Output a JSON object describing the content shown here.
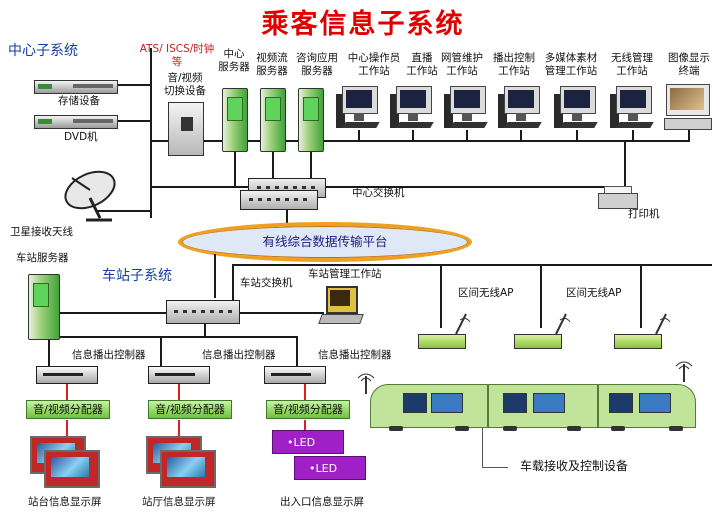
{
  "title": "乘客信息子系统",
  "sections": {
    "center": "中心子系统",
    "station": "车站子系统"
  },
  "center": {
    "ats_clock": "ATS/ ISCS/时钟",
    "ats_clock_2": "等",
    "av_switch": "音/视频",
    "av_switch_2": "切换设备",
    "storage": "存储设备",
    "dvd": "DVD机",
    "satellite": "卫星接收天线",
    "server_center_1": "中心",
    "server_center_2": "服务器",
    "server_video_1": "视频流",
    "server_video_2": "服务器",
    "server_consult_1": "咨询应用",
    "server_consult_2": "服务器",
    "ws_operator_1": "中心操作员",
    "ws_operator_2": "工作站",
    "ws_live_1": "直播",
    "ws_live_2": "工作站",
    "ws_netmaint_1": "网管维护",
    "ws_netmaint_2": "工作站",
    "ws_playctrl_1": "播出控制",
    "ws_playctrl_2": "工作站",
    "ws_multimedia_1": "多媒体素材",
    "ws_multimedia_2": "管理工作站",
    "ws_wireless_1": "无线管理",
    "ws_wireless_2": "工作站",
    "ws_image_1": "图像显示",
    "ws_image_2": "终端",
    "center_switch": "中心交换机",
    "printer": "打印机"
  },
  "platform": "有线综合数据传输平台",
  "station": {
    "station_server": "车站服务器",
    "station_switch": "车站交换机",
    "station_ws": "车站管理工作站",
    "ap_1": "区间无线AP",
    "ap_2": "区间无线AP",
    "controller_1": "信息播出控制器",
    "controller_2": "信息播出控制器",
    "controller_3": "信息播出控制器",
    "distributor_1": "音/视频分配器",
    "distributor_2": "音/视频分配器",
    "distributor_3": "音/视频分配器",
    "led_1": "•LED",
    "led_2": "•LED",
    "display_platform": "站台信息显示屏",
    "display_hall": "站厅信息显示屏",
    "display_entrance": "出入口信息显示屏",
    "onboard": "车载接收及控制设备"
  }
}
